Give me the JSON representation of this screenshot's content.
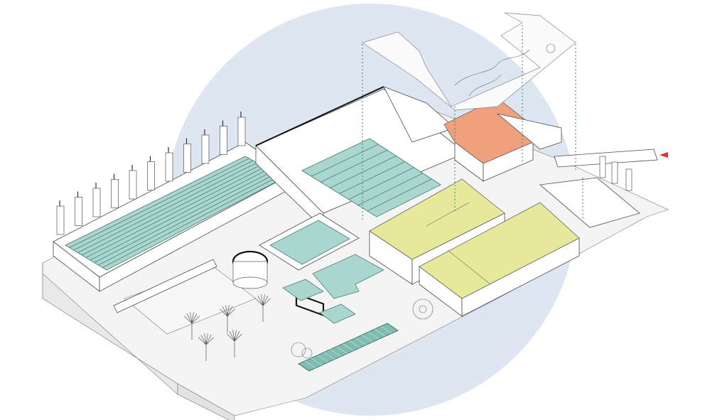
{
  "colors": {
    "backdrop_circle": "#dde6f1",
    "pool_water": "#a9d6cf",
    "pool_water_dark": "#7fbdb2",
    "roof_yellow": "#e6e99a",
    "roof_orange": "#f0a07c",
    "marker_red": "#d9322a",
    "ground": "#f2f2f2"
  },
  "elements": {
    "pools": [
      "outdoor-lap-pool",
      "indoor-lap-pool",
      "teaching-pool",
      "leisure-pool",
      "small-pool-a",
      "small-pool-b",
      "spa-strip"
    ],
    "roofs": [
      "yellow-roof-north",
      "yellow-roof-south",
      "orange-roof"
    ],
    "exploded_levels": [
      "upper-terrace-plan"
    ],
    "markers": [
      "red-entrance-marker"
    ]
  }
}
